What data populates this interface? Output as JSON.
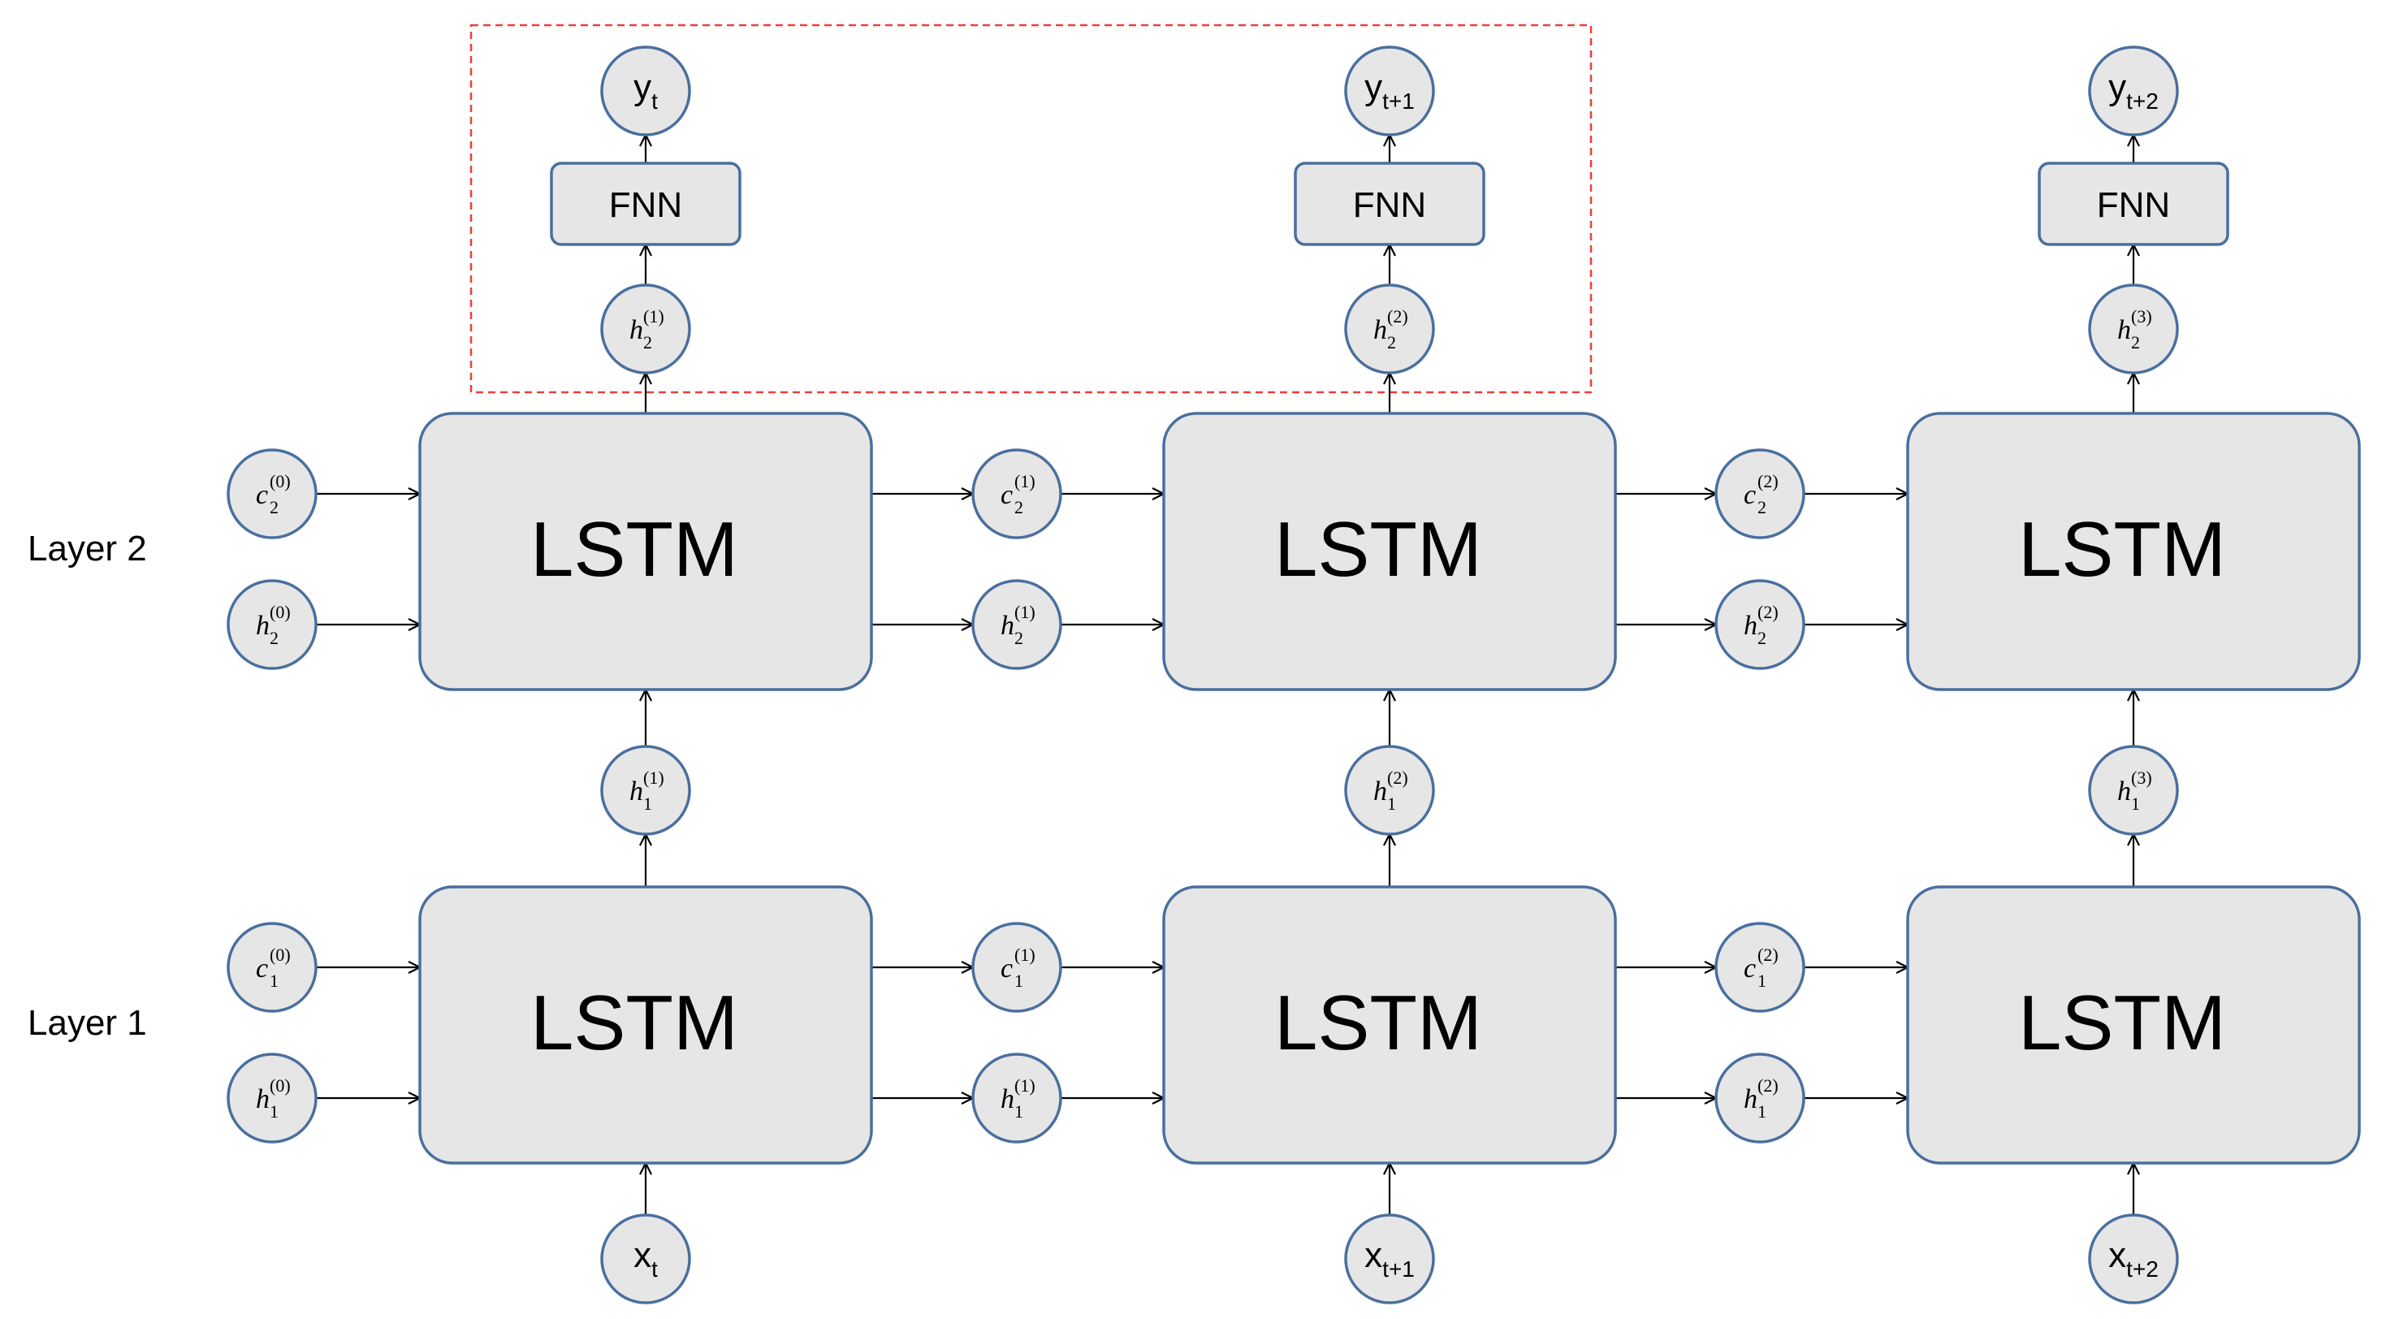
{
  "layers": [
    {
      "label": "Layer 1",
      "cell_label": "LSTM"
    },
    {
      "label": "Layer 2",
      "cell_label": "LSTM"
    }
  ],
  "fnn_label": "FNN",
  "inputs": [
    {
      "base": "x",
      "sub": "t"
    },
    {
      "base": "x",
      "sub": "t+1"
    },
    {
      "base": "x",
      "sub": "t+2"
    }
  ],
  "outputs": [
    {
      "base": "y",
      "sub": "t"
    },
    {
      "base": "y",
      "sub": "t+1"
    },
    {
      "base": "y",
      "sub": "t+2"
    }
  ],
  "state_nodes": {
    "layer1": {
      "c": [
        {
          "base": "c",
          "sub": "1",
          "sup": "(0)"
        },
        {
          "base": "c",
          "sub": "1",
          "sup": "(1)"
        },
        {
          "base": "c",
          "sub": "1",
          "sup": "(2)"
        }
      ],
      "h": [
        {
          "base": "h",
          "sub": "1",
          "sup": "(0)"
        },
        {
          "base": "h",
          "sub": "1",
          "sup": "(1)"
        },
        {
          "base": "h",
          "sub": "1",
          "sup": "(2)"
        }
      ],
      "up": [
        {
          "base": "h",
          "sub": "1",
          "sup": "(1)"
        },
        {
          "base": "h",
          "sub": "1",
          "sup": "(2)"
        },
        {
          "base": "h",
          "sub": "1",
          "sup": "(3)"
        }
      ]
    },
    "layer2": {
      "c": [
        {
          "base": "c",
          "sub": "2",
          "sup": "(0)"
        },
        {
          "base": "c",
          "sub": "2",
          "sup": "(1)"
        },
        {
          "base": "c",
          "sub": "2",
          "sup": "(2)"
        }
      ],
      "h": [
        {
          "base": "h",
          "sub": "2",
          "sup": "(0)"
        },
        {
          "base": "h",
          "sub": "2",
          "sup": "(1)"
        },
        {
          "base": "h",
          "sub": "2",
          "sup": "(2)"
        }
      ],
      "up": [
        {
          "base": "h",
          "sub": "2",
          "sup": "(1)"
        },
        {
          "base": "h",
          "sub": "2",
          "sup": "(2)"
        },
        {
          "base": "h",
          "sub": "2",
          "sup": "(3)"
        }
      ]
    }
  },
  "colors": {
    "node_fill": "#e6e6e6",
    "node_stroke": "#4a6f9e",
    "highlight_dash": "#e8413c"
  }
}
